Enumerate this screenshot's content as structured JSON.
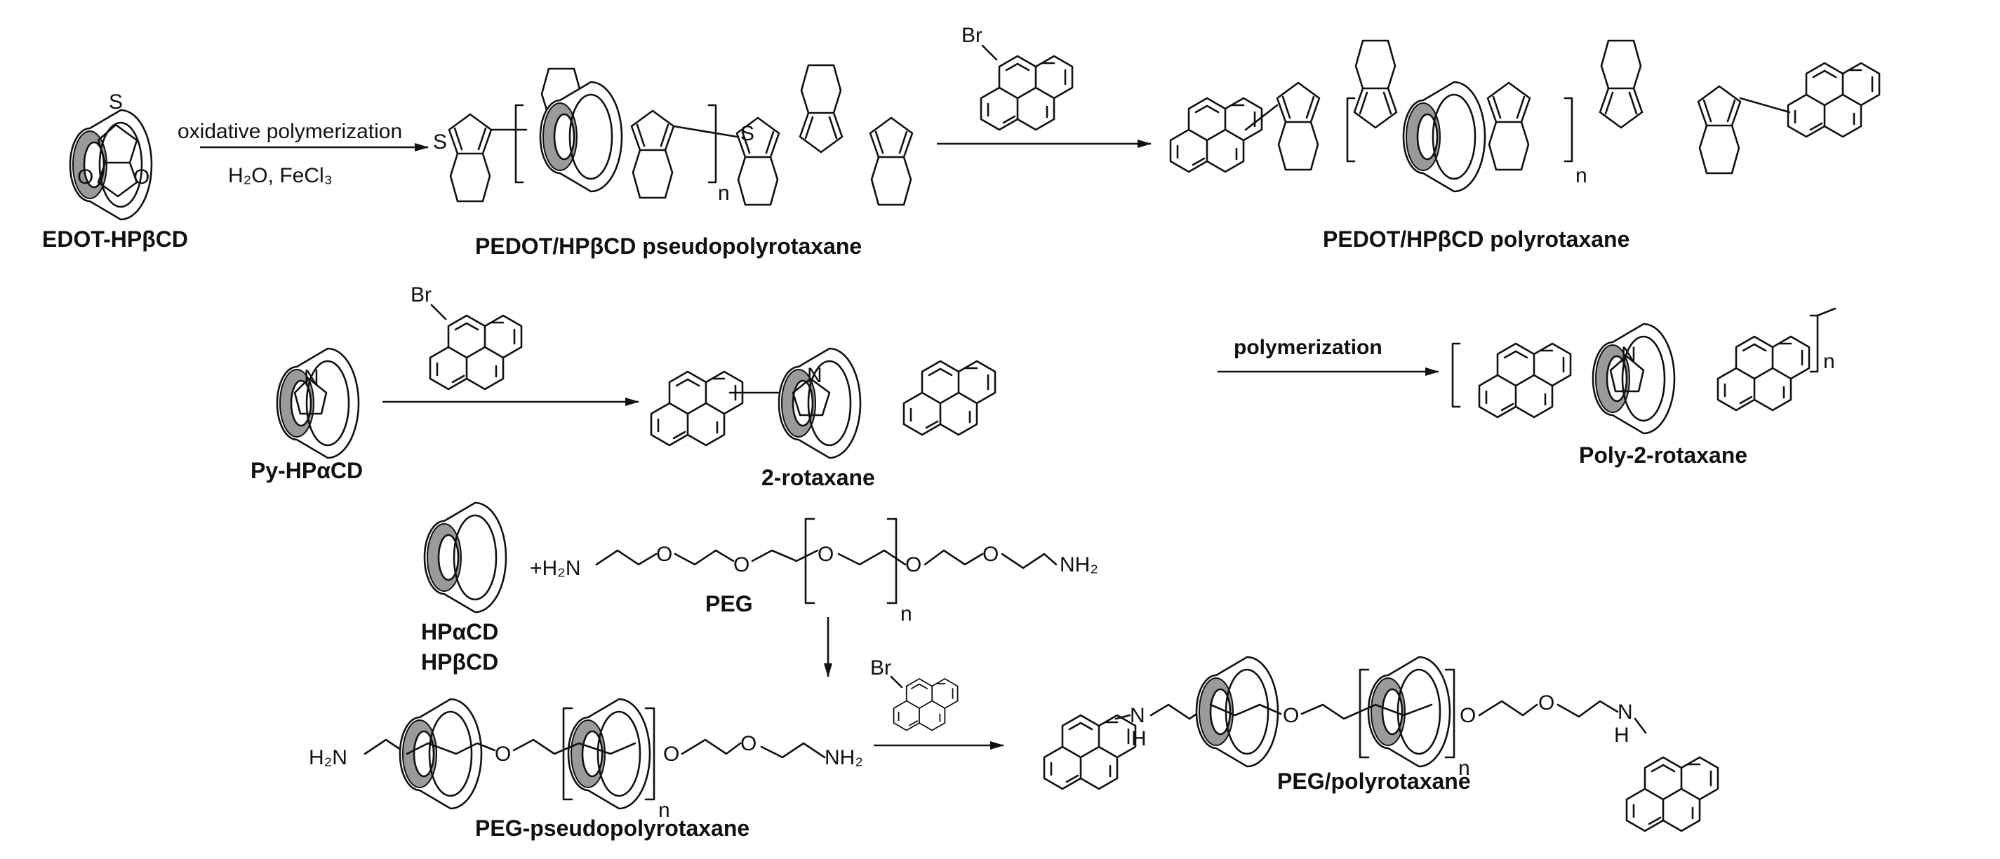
{
  "labels": {
    "edot_hpbcd": "EDOT-HPβCD",
    "pedot_pseudo": "PEDOT/HPβCD pseudopolyrotaxane",
    "pedot_poly": "PEDOT/HPβCD polyrotaxane",
    "py_hpacd": "Py-HPαCD",
    "rotaxane2": "2-rotaxane",
    "poly2rotaxane": "Poly-2-rotaxane",
    "hpacd": "HPαCD",
    "hpbcd": "HPβCD",
    "peg": "PEG",
    "peg_pseudo": "PEG-pseudopolyrotaxane",
    "peg_poly": "PEG/polyrotaxane"
  },
  "conditions": {
    "step1_top": "oxidative polymerization",
    "step1_bottom": "H₂O, FeCl₃",
    "poly2": "polymerization"
  },
  "atoms": {
    "S": "S",
    "O": "O",
    "N": "N",
    "H": "H",
    "Br": "Br",
    "n": "n",
    "NH2": "NH₂",
    "H2N": "H₂N",
    "plus_H2N": "+H₂N"
  },
  "icons": [
    "cyclodextrin-ring-icon",
    "pyrene-icon",
    "thiophene-icon",
    "reaction-arrow-icon"
  ]
}
